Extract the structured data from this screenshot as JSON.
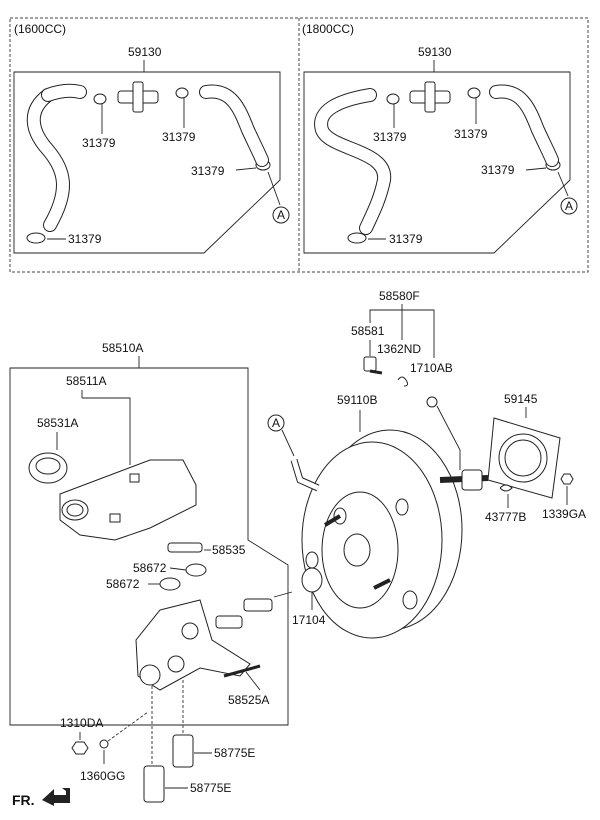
{
  "variants": {
    "left": "(1600CC)",
    "right": "(1800CC)"
  },
  "hose_kit": {
    "left_code": "59130",
    "right_code": "59130",
    "clamp_code": "31379"
  },
  "ref_marker": "A",
  "master_cylinder": {
    "assembly": "58510A",
    "reservoir": "58511A",
    "cap": "58531A",
    "pin": "58535",
    "grommet_1": "58672",
    "grommet_2": "58672",
    "screw": "58525A",
    "plug_1": "58775E",
    "plug_2": "58775E",
    "nut": "1310DA",
    "washer": "1360GG"
  },
  "booster": {
    "assembly": "59110B",
    "gasket": "59145",
    "seal": "17104",
    "clevis_kit": "58580F",
    "clevis_pin": "58581",
    "clip": "1362ND",
    "snap_pin": "1710AB",
    "retainer": "43777B",
    "nut": "1339GA"
  },
  "front_indicator": "FR."
}
